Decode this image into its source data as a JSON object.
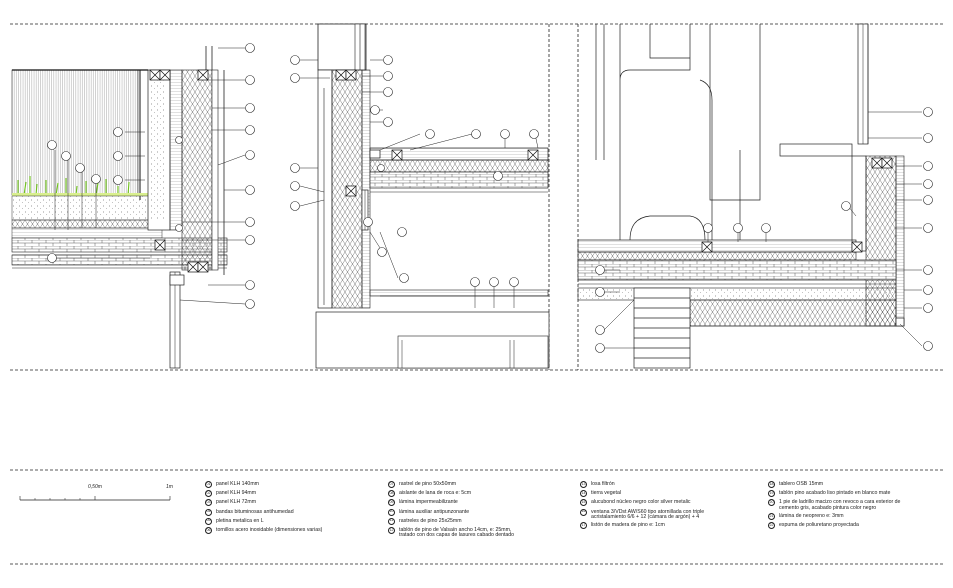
{
  "scale": {
    "mid_label": "0,50m",
    "end_label": "1m"
  },
  "legend_columns": [
    [
      {
        "num": "01",
        "text": "panel KLH 140mm"
      },
      {
        "num": "02",
        "text": "panel KLH 94mm"
      },
      {
        "num": "03",
        "text": "panel KLH 72mm"
      },
      {
        "num": "04",
        "text": "bandas bituminosas antihumedad"
      },
      {
        "num": "05",
        "text": "pletina metalica en L"
      },
      {
        "num": "06",
        "text": "tornillos acero inoxidable (dimensiones varias)"
      }
    ],
    [
      {
        "num": "07",
        "text": "rastrel de pino 50x50mm"
      },
      {
        "num": "08",
        "text": "aislante de lana de roca e: 5cm"
      },
      {
        "num": "09",
        "text": "lámina impermeabilizante"
      },
      {
        "num": "10",
        "text": "lámina auxiliar antipunzonante"
      },
      {
        "num": "11",
        "text": "rastreles de pino 25x25mm"
      },
      {
        "num": "12",
        "text": "tablón de pino de Valsaín ancho 14cm, e: 25mm,\ntratado con dos capas de lasures cabado dentado"
      }
    ],
    [
      {
        "num": "13",
        "text": "losa filtrón"
      },
      {
        "num": "14",
        "text": "tierra vegetal"
      },
      {
        "num": "15",
        "text": "alucubond núcleo negro color silver metalic"
      },
      {
        "num": "16",
        "text": "ventana 3/VDst AW/S60 tipo atornillada con triple\nacristalamiento 6/6 + 12 (cámara de argón) + 4"
      },
      {
        "num": "17",
        "text": "listón de madera de pino e: 1cm"
      }
    ],
    [
      {
        "num": "18",
        "text": "tablero OSB 15mm"
      },
      {
        "num": "19",
        "text": "tablón pino acabado liso pintado en blanco mate"
      },
      {
        "num": "20",
        "text": "1 pie de ladrillo macizo con revoco a cara exterior de\ncemento gris, acabado pintura color negro"
      },
      {
        "num": "21",
        "text": "lámina de neopreno e: 3mm"
      },
      {
        "num": "22",
        "text": "espuma de poliuretano proyectada"
      }
    ]
  ]
}
